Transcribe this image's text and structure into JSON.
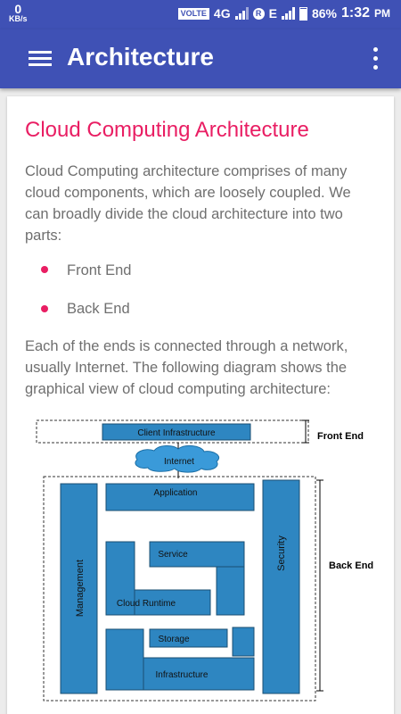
{
  "status_bar": {
    "speed_value": "0",
    "speed_unit": "KB/s",
    "volte": "VOLTE",
    "network_4g": "4G",
    "roaming": "R",
    "network_e": "E",
    "battery": "86%",
    "time": "1:32",
    "ampm": "PM",
    "colors": {
      "background": "#3f51b5"
    }
  },
  "app_bar": {
    "title": "Architecture",
    "menu_icon": "hamburger-menu-icon",
    "more_icon": "more-vert-icon"
  },
  "article": {
    "heading": "Cloud Computing Architecture",
    "intro_lines": [
      "Cloud Computing architecture comprises of many",
      "cloud components, which are loosely coupled. We",
      "can broadly divide the cloud architecture into two",
      "parts:"
    ],
    "bullets": [
      "Front End",
      "Back End"
    ],
    "second_lines": [
      "Each of the ends is connected through a network,",
      "usually Internet. The following diagram shows the",
      "graphical view of cloud computing architecture:"
    ],
    "colors": {
      "heading": "#e91e63",
      "text": "#6f6f6f"
    }
  },
  "diagram": {
    "client_infrastructure": "Client Infrastructure",
    "front_end": "Front End",
    "internet": "Internet",
    "application": "Application",
    "management": "Management",
    "security": "Security",
    "back_end": "Back End",
    "service": "Service",
    "cloud_runtime": "Cloud Runtime",
    "storage": "Storage",
    "infrastructure": "Infrastructure",
    "colors": {
      "block": "#2e86c1",
      "block_border": "#1b4f72",
      "cloud": "#3a9ad9"
    }
  }
}
